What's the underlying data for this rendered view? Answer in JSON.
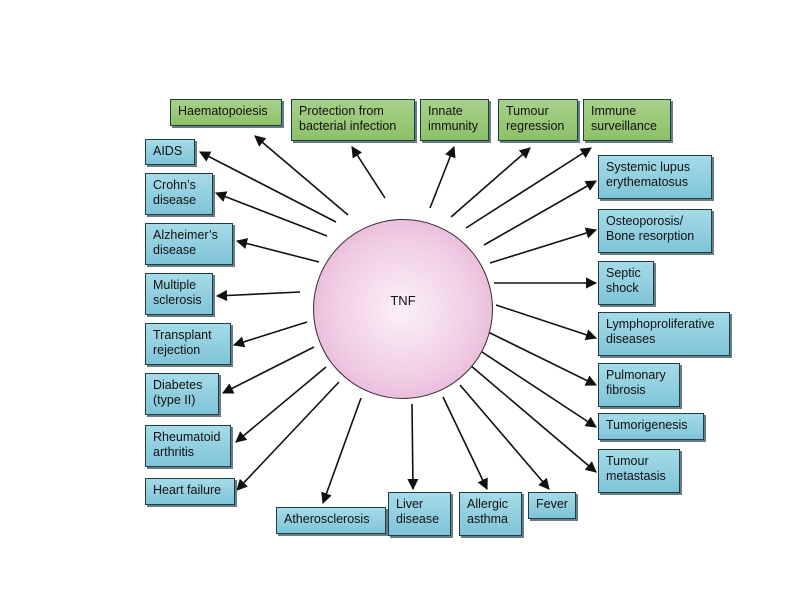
{
  "center": {
    "label": "TNF"
  },
  "beneficial": [
    {
      "label": "Haematopoiesis"
    },
    {
      "label": "Protection from\nbacterial infection"
    },
    {
      "label": "Innate\nimmunity"
    },
    {
      "label": "Tumour\nregression"
    },
    {
      "label": "Immune\nsurveillance"
    }
  ],
  "left_conditions": [
    {
      "label": "AIDS"
    },
    {
      "label": "Crohn’s\ndisease"
    },
    {
      "label": "Alzheimer’s\ndisease"
    },
    {
      "label": "Multiple\nsclerosis"
    },
    {
      "label": "Transplant\nrejection"
    },
    {
      "label": "Diabetes\n(type II)"
    },
    {
      "label": "Rheumatoid\narthritis"
    },
    {
      "label": "Heart failure"
    }
  ],
  "right_conditions": [
    {
      "label": "Systemic lupus\nerythematosus"
    },
    {
      "label": "Osteoporosis/\nBone resorption"
    },
    {
      "label": "Septic\nshock"
    },
    {
      "label": "Lymphoproliferative\ndiseases"
    },
    {
      "label": "Pulmonary\nfibrosis"
    },
    {
      "label": "Tumorigenesis"
    },
    {
      "label": "Tumour\nmetastasis"
    }
  ],
  "bottom_conditions": [
    {
      "label": "Atherosclerosis"
    },
    {
      "label": "Liver\ndisease"
    },
    {
      "label": "Allergic\nasthma"
    },
    {
      "label": "Fever"
    }
  ],
  "colors": {
    "beneficial_box": "#8cc168",
    "condition_box": "#7fc4d8",
    "hub_fill": "#f0cde4",
    "arrow": "#111111"
  }
}
